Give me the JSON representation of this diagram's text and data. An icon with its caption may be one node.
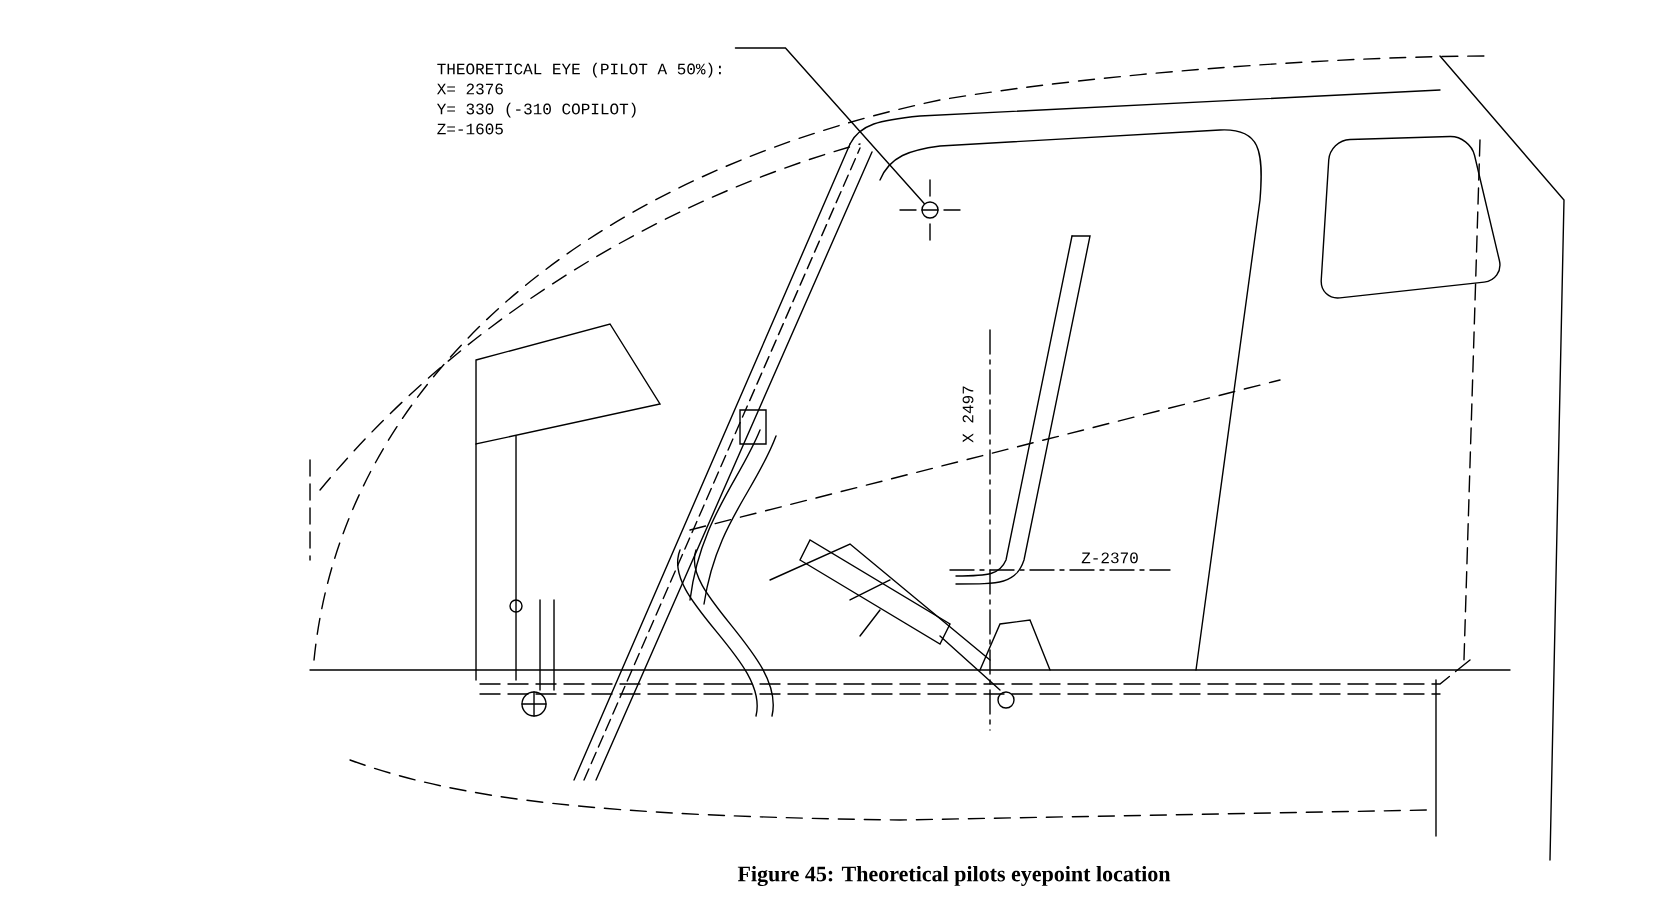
{
  "diagram": {
    "caption": "Figure 45: Theoretical pilots eyepoint location",
    "nodes": [
      {
        "text": [
          "THEORETICAL EYE (PILOT A 50%):",
          "X= 2376",
          "Y=  330 (-310 COPILOT)",
          "Z=-1605"
        ]
      },
      {
        "text": [],
        "shape": "circle"
      }
    ],
    "edges": [
      {
        "from": 0,
        "to": 1,
        "arrow": "none"
      }
    ],
    "labels": [
      "X 2497",
      "Z-2370"
    ]
  }
}
